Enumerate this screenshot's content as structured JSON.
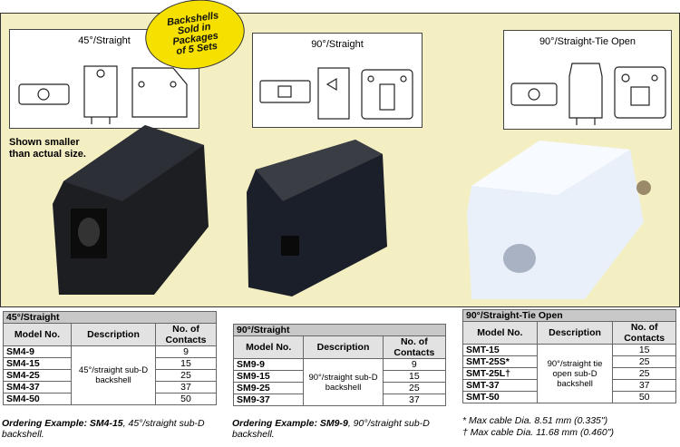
{
  "badge": {
    "text": "Backshells\nSold in\nPackages\nof 5 Sets"
  },
  "diagrams": [
    {
      "title": "45°/Straight"
    },
    {
      "title": "90°/Straight"
    },
    {
      "title": "90°/Straight-Tie Open"
    }
  ],
  "note": "Shown smaller\nthan actual size.",
  "tables": [
    {
      "caption": "45°/Straight",
      "headers": [
        "Model No.",
        "Description",
        "No. of Contacts"
      ],
      "description": "45°/straight sub-D backshell",
      "rows": [
        {
          "model": "SM4-9",
          "contacts": "9"
        },
        {
          "model": "SM4-15",
          "contacts": "15"
        },
        {
          "model": "SM4-25",
          "contacts": "25"
        },
        {
          "model": "SM4-37",
          "contacts": "37"
        },
        {
          "model": "SM4-50",
          "contacts": "50"
        }
      ],
      "ordering_label": "Ordering Example:",
      "ordering_model": "SM4-15",
      "ordering_text": ", 45°/straight sub-D backshell."
    },
    {
      "caption": "90°/Straight",
      "headers": [
        "Model No.",
        "Description",
        "No. of Contacts"
      ],
      "description": "90°/straight sub-D backshell",
      "rows": [
        {
          "model": "SM9-9",
          "contacts": "9"
        },
        {
          "model": "SM9-15",
          "contacts": "15"
        },
        {
          "model": "SM9-25",
          "contacts": "25"
        },
        {
          "model": "SM9-37",
          "contacts": "37"
        }
      ],
      "ordering_label": "Ordering Example:",
      "ordering_model": "SM9-9",
      "ordering_text": ", 90°/straight sub-D backshell."
    },
    {
      "caption": "90°/Straight-Tie Open",
      "headers": [
        "Model No.",
        "Description",
        "No. of Contacts"
      ],
      "description": "90°/straight tie open sub-D backshell",
      "rows": [
        {
          "model": "SMT-15",
          "contacts": "15"
        },
        {
          "model": "SMT-25S*",
          "contacts": "25"
        },
        {
          "model": "SMT-25L†",
          "contacts": "25"
        },
        {
          "model": "SMT-37",
          "contacts": "37"
        },
        {
          "model": "SMT-50",
          "contacts": "50"
        }
      ],
      "footnote1": "* Max cable Dia. 8.51 mm (0.335\")",
      "footnote2": "† Max cable Dia. 11.68 mm (0.460\")"
    }
  ]
}
